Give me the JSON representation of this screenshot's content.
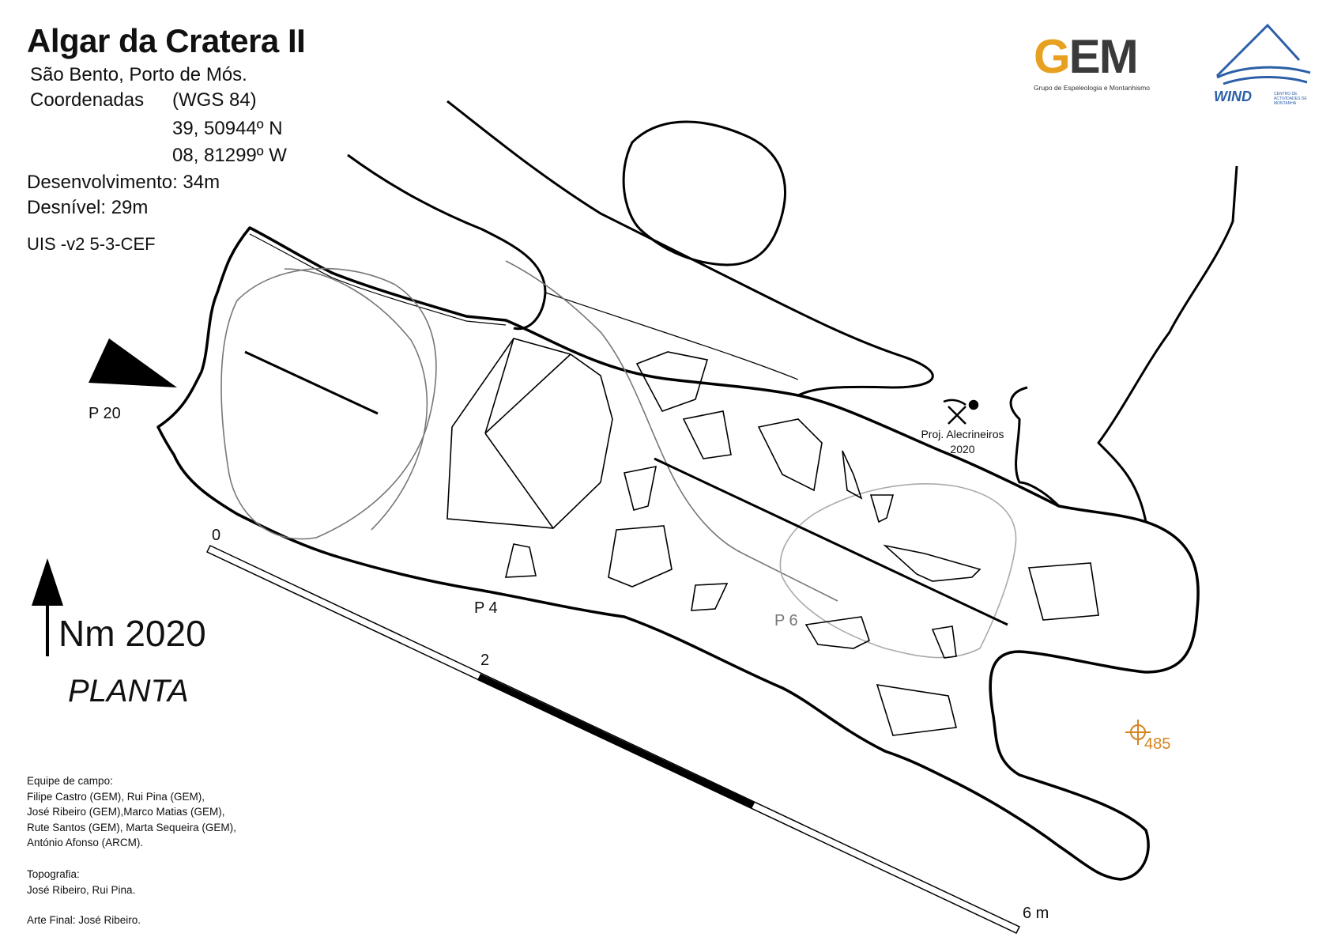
{
  "header": {
    "title": "Algar da Cratera II",
    "place": "São Bento, Porto de Mós.",
    "coordinates_label": "Coordenadas",
    "datum": "(WGS 84)",
    "latitude": "39, 50944º N",
    "longitude": "08, 81299º W",
    "development": "Desenvolvimento: 34m",
    "depth": "Desnível:  29m",
    "uis": "UIS -v2 5-3-CEF"
  },
  "north": {
    "label": "Nm 2020"
  },
  "view_label": "PLANTA",
  "shaft_labels": {
    "p20": "P 20",
    "p4": "P 4",
    "p6": "P 6"
  },
  "project_label": {
    "line1": "Proj. Alecrineiros",
    "line2": "2020"
  },
  "scale_bar": {
    "start": "0",
    "mid": "2",
    "end": "6 m"
  },
  "survey_station": {
    "label": "485",
    "color": "#d4851f"
  },
  "credits": {
    "team_lines": [
      "Equipe de campo:",
      "Filipe Castro (GEM), Rui Pina (GEM),",
      "José Ribeiro (GEM),Marco Matias (GEM),",
      "Rute Santos (GEM), Marta Sequeira (GEM),",
      "António Afonso (ARCM)."
    ],
    "topo_lines": [
      "Topografia:",
      "José Ribeiro, Rui Pina."
    ],
    "art": "Arte Final: José Ribeiro."
  },
  "logos": {
    "gem_text": "GEM",
    "gem_subtitle": "Grupo de Espeleologia e Montanhismo",
    "gem_accent": "#e8a020",
    "wind_text": "WIND",
    "wind_subtitle": "CENTRO DE ACTIVIDADES DE MONTANHA",
    "wind_color": "#2c5fa8"
  }
}
